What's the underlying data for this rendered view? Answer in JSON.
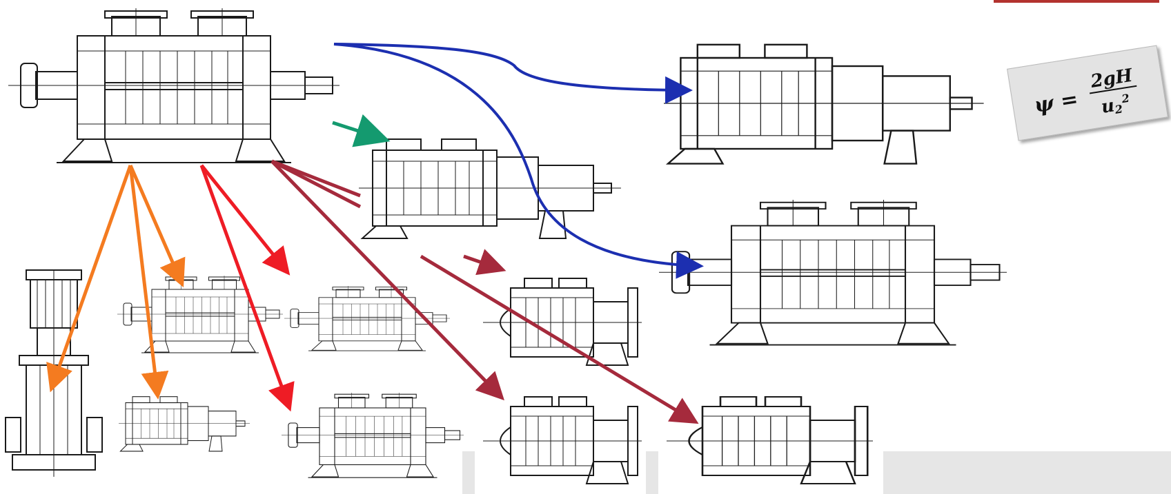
{
  "formula": {
    "lhs": "ψ",
    "eq": "=",
    "numerator": "2gH",
    "den_base": "u",
    "den_sub": "2",
    "den_sup": "2"
  },
  "colors": {
    "blue_arrow": "#1c2fb0",
    "green_arrow": "#149a6f",
    "orange_arrow": "#f47b20",
    "red_arrow": "#ee1c25",
    "maroon_arrow": "#a52a3c",
    "corner_bar": "#b3332f"
  },
  "pump_drawings": [
    {
      "id": "source-horizontal-pump"
    },
    {
      "id": "pump-with-motor-top-right"
    },
    {
      "id": "pump-with-motor-center"
    },
    {
      "id": "large-pump-right"
    },
    {
      "id": "vertical-pump"
    },
    {
      "id": "pump-with-shaft-row1"
    },
    {
      "id": "pump-double-suction-row1"
    },
    {
      "id": "pump-overhung-row1"
    },
    {
      "id": "pump-with-motor-row2"
    },
    {
      "id": "pump-double-suction-row2"
    },
    {
      "id": "pump-overhung-row2"
    },
    {
      "id": "pump-end-suction-row2"
    }
  ]
}
